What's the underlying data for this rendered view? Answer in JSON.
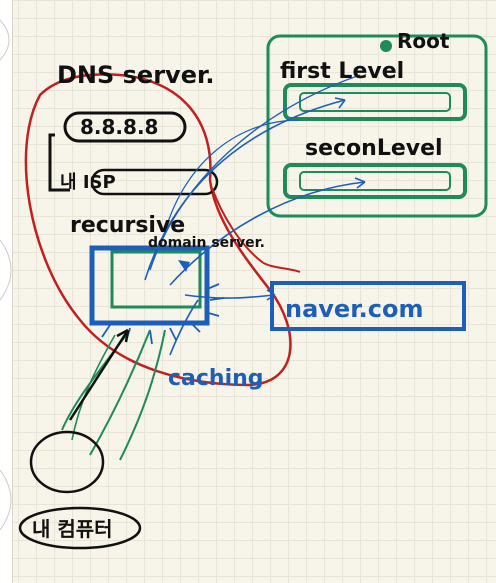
{
  "labels": {
    "dns_server": "DNS server.",
    "ip": "8.8.8.8",
    "ip_sub": "내 ISP",
    "recursive": "recursive",
    "domain_server": "domain server.",
    "root": "Root",
    "first_level": "first Level",
    "second_level": "seconLevel",
    "naver": "naver.com",
    "caching": "caching",
    "my_computer": "내 컴퓨터"
  },
  "colors": {
    "ink": "#111111",
    "red": "#c0201e",
    "green": "#1f8a5b",
    "blue": "#1d5fb8",
    "paper": "#f7f4ea"
  }
}
